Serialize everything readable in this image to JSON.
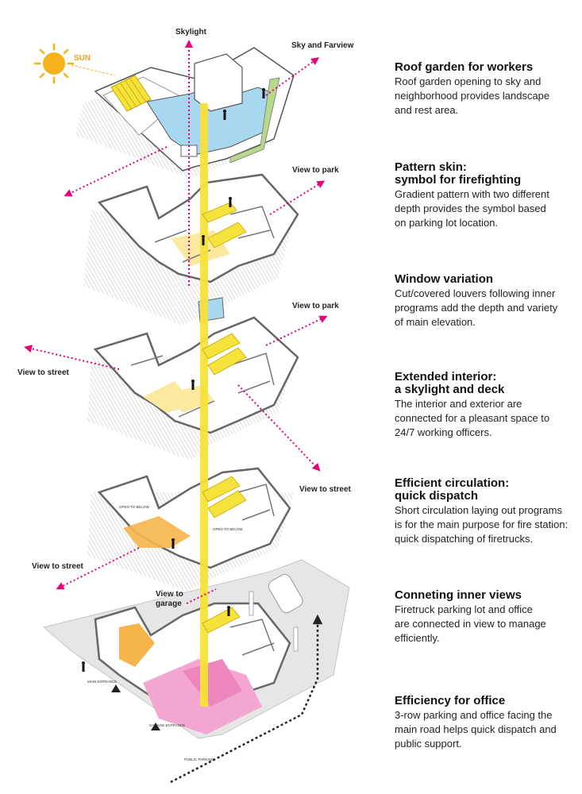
{
  "diagram": {
    "labels": {
      "skylight": "Skylight",
      "sky_farview": "Sky and Farview",
      "sun": "SUN",
      "view_to_park_1": "View to park",
      "view_to_park_2": "View to park",
      "view_to_street_left": "View to street",
      "view_to_street_right": "View to street",
      "view_to_street_lower": "View to street",
      "view_to_garage": "View to\ngarage",
      "open_to_below_1": "OPEN TO BELOW",
      "open_to_below_2": "OPEN TO BELOW",
      "main_entrance": "MAIN ENTRANCE",
      "garage_entrance": "GARAGE ENTRANCE",
      "public_parking": "PUBLIC PARKING"
    },
    "colors": {
      "sky_blue": "#a8d8f0",
      "stair_yellow": "#f5e23a",
      "floor_yellow": "#fbe9a0",
      "orange": "#f6b54a",
      "pink": "#f3a6cf",
      "sun": "#f6b21b",
      "arrow_pink": "#e6007e",
      "green": "#b7d98a",
      "wall_grey": "#777777"
    }
  },
  "features": [
    {
      "title": "Roof garden for workers",
      "desc": "Roof garden opening to sky and\nneighborhood provides landscape\nand rest area."
    },
    {
      "title": "Pattern skin:\nsymbol for firefighting",
      "desc": "Gradient pattern with two different\ndepth provides the symbol based\non parking lot location."
    },
    {
      "title": "Window variation",
      "desc": "Cut/covered louvers following inner\nprograms add the depth and variety\nof main elevation."
    },
    {
      "title": "Extended interior:\na skylight and deck",
      "desc": "The interior and exterior are\nconnected for a pleasant space to\n24/7 working officers."
    },
    {
      "title": "Efficient circulation:\nquick dispatch",
      "desc": "Short circulation laying out programs\nis for the main purpose for fire station:\nquick dispatching of firetrucks."
    },
    {
      "title": "Conneting inner views",
      "desc": "Firetruck parking lot and office\nare connected in view to manage\nefficiently."
    },
    {
      "title": "Efficiency for office",
      "desc": "3-row parking and office facing the\nmain road helps quick dispatch and\npublic support."
    }
  ]
}
